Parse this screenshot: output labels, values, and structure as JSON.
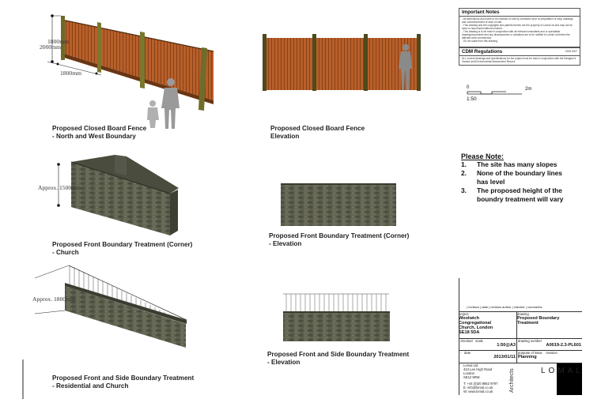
{
  "drawings": {
    "fence_3d": {
      "caption_line1": "Proposed Closed Board Fence",
      "caption_line2": "- North and West Boundary",
      "dim_height_a": "1800mm",
      "dim_height_b": "2000mm",
      "dim_post_spacing": "1800mm"
    },
    "fence_elev": {
      "caption_line1": "Proposed Closed Board Fence",
      "caption_line2": "Elevation"
    },
    "corner_3d": {
      "caption_line1": "Proposed Front Boundary Treatment (Corner)",
      "caption_line2": "- Church",
      "dim_height": "Approx. 1500mm"
    },
    "corner_elev": {
      "caption_line1": "Proposed Front Boundary Treatment (Corner)",
      "caption_line2": "- Elevation"
    },
    "side_3d": {
      "caption_line1": "Proposed Front and Side Boundary Treatment",
      "caption_line2": "- Residential and Church",
      "dim_height": "Approx. 1800mm"
    },
    "side_elev": {
      "caption_line1": "Proposed Front and Side Boundary Treatment",
      "caption_line2": "- Elevation"
    }
  },
  "notes": {
    "important_title": "Important Notes",
    "important_text": [
      "- All dimensions and levels to be checked on site by contractor prior to preparation of shop drawings and commencement of work on site.",
      "- This drawing and the copyrights and patents therein are the property of Lomal Ltd and may not be used or reproduced without consent.",
      "- This drawing is to be read in conjunction with all relevant consultants and or specialists drawing/documents and any discrepancies or variations are to be notified to Lomal Ltd before the affected work commences.",
      "- Do not scale from this drawing."
    ],
    "cdm_title": "CDM Regulations",
    "cdm_ref": "CDM 2007",
    "cdm_text": "ALL current drawings and specifications for the project must be read in conjunction with the Designer's Hazard and Environmental Assessment Record."
  },
  "scale_bar": {
    "start": "0",
    "end": "2m",
    "ratio": "1:50"
  },
  "please_note": {
    "title": "Please Note:",
    "items": [
      {
        "num": "1.",
        "line1": "The site has many slopes",
        "line2": ""
      },
      {
        "num": "2.",
        "line1": "None of the boundary lines",
        "line2": "has level"
      },
      {
        "num": "3.",
        "line1": "The proposed height of the",
        "line2": "boundry treatment will vary"
      }
    ]
  },
  "title_block": {
    "revision_header": "| revision | date | revision author | checker | comments",
    "project_label": "project",
    "project_name": [
      "Woolwich Congregational",
      "Church, London",
      "SE18 5DA"
    ],
    "drawing_label": "drawing",
    "drawing_name": [
      "Proposed Boundary",
      "Treatment"
    ],
    "scale_label": "scale",
    "scale_value": "1:50@A3",
    "drawing_number_label": "drawing number",
    "drawing_number": "A0019-2.3-PL601",
    "checked_label": "checked",
    "date_label": "date",
    "date_value": "2013/01/11",
    "purpose_label": "purpose of issue",
    "purpose_value": "Planning",
    "revision_label": "revision",
    "checked_value": "-",
    "company": "Lomal Ltd",
    "address": [
      "424 Lee High Road",
      "London",
      "SE12 8RW"
    ],
    "tel": "T: +44 (0)20 8852 9797",
    "email": "E: info@lomal.co.uk",
    "web": "W: www.lomal.co.uk",
    "architects": "Architects",
    "logo": "LOMAL"
  }
}
